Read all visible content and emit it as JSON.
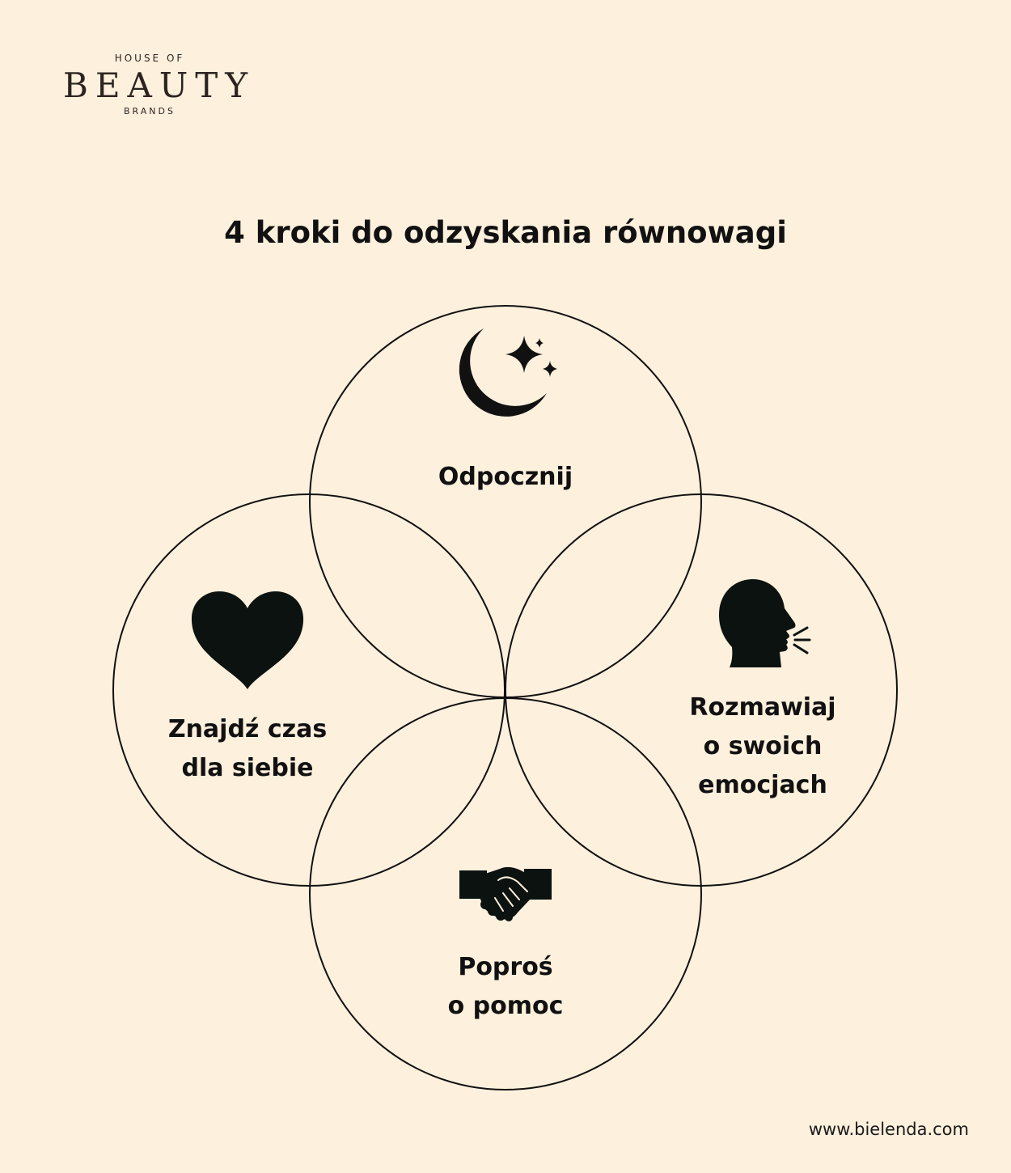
{
  "brand": {
    "line1": "HOUSE OF",
    "line2": "BEAUTY",
    "line3": "BRANDS"
  },
  "title": "4 kroki do odzyskania równowagi",
  "steps": [
    {
      "icon": "moon-stars-icon",
      "lines": [
        "Odpocznij"
      ]
    },
    {
      "icon": "heart-icon",
      "lines": [
        "Znajdź czas",
        "dla siebie"
      ]
    },
    {
      "icon": "speaking-head-icon",
      "lines": [
        "Rozmawiaj",
        "o swoich",
        "emocjach"
      ]
    },
    {
      "icon": "handshake-icon",
      "lines": [
        "Poproś",
        "o pomoc"
      ]
    }
  ],
  "footer": "www.bielenda.com",
  "colors": {
    "background": "#fdf0dd",
    "ink": "#111111"
  }
}
